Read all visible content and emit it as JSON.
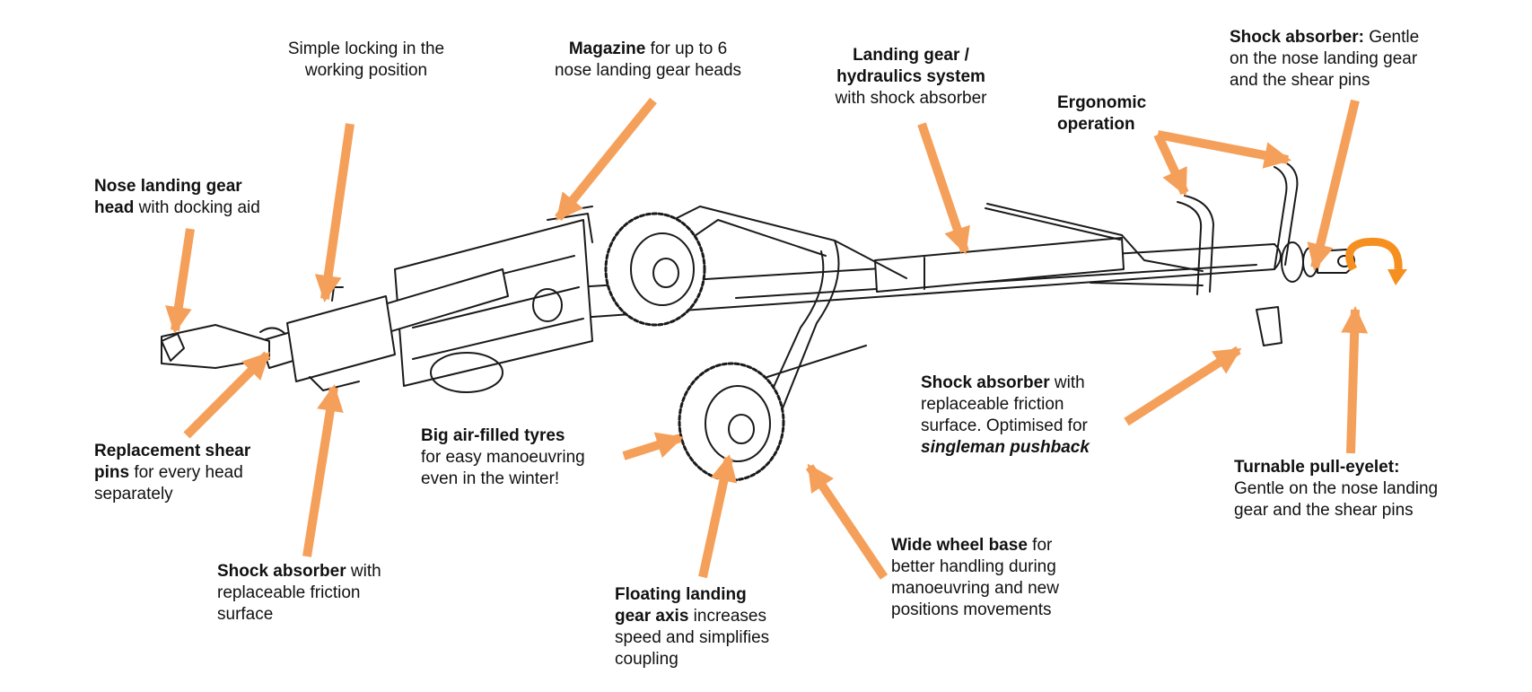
{
  "colors": {
    "arrow": "#f5a05a",
    "line": "#1a1a1a",
    "text": "#111111",
    "background": "#ffffff"
  },
  "callouts": {
    "simple_locking": {
      "lines": [
        "Simple locking in the",
        "working position"
      ]
    },
    "magazine": {
      "bold": "Magazine",
      "rest": " for up to 6",
      "line2": "nose landing gear heads"
    },
    "landing_gear_hydraulics": {
      "bold1": "Landing gear /",
      "bold2": "hydraulics system",
      "rest": "with shock absorber"
    },
    "ergonomic": {
      "bold1": "Ergonomic",
      "bold2": "operation"
    },
    "shock_top": {
      "bold": "Shock absorber:",
      "rest": " Gentle",
      "line2": "on the nose landing gear",
      "line3": "and the shear pins"
    },
    "nose_head": {
      "bold1": "Nose landing gear",
      "bold2": "head",
      "rest": " with docking aid"
    },
    "replacement_pins": {
      "bold1": "Replacement shear",
      "bold2": "pins",
      "rest": " for every head",
      "line3": "separately"
    },
    "big_tyres": {
      "bold": "Big air-filled tyres",
      "line2": "for easy manoeuvring",
      "line3": "even in the winter!"
    },
    "shock_right": {
      "bold": "Shock absorber",
      "rest": " with",
      "line2": "replaceable friction",
      "line3": "surface. Optimised for",
      "bold_italic": "singleman pushback"
    },
    "turnable": {
      "bold": "Turnable pull-eyelet:",
      "line2": "Gentle on the nose landing",
      "line3": "gear and the shear pins"
    },
    "shock_bottom": {
      "bold": "Shock absorber",
      "rest": " with",
      "line2": "replaceable friction",
      "line3": "surface"
    },
    "floating_axis": {
      "bold1": "Floating landing",
      "bold2": "gear axis",
      "rest": " increases",
      "line3": "speed and simplifies",
      "line4": "coupling"
    },
    "wide_wheel": {
      "bold": "Wide wheel base",
      "rest": " for",
      "line2": "better handling during",
      "line3": "manoeuvring and new",
      "line4": "positions movements"
    }
  }
}
